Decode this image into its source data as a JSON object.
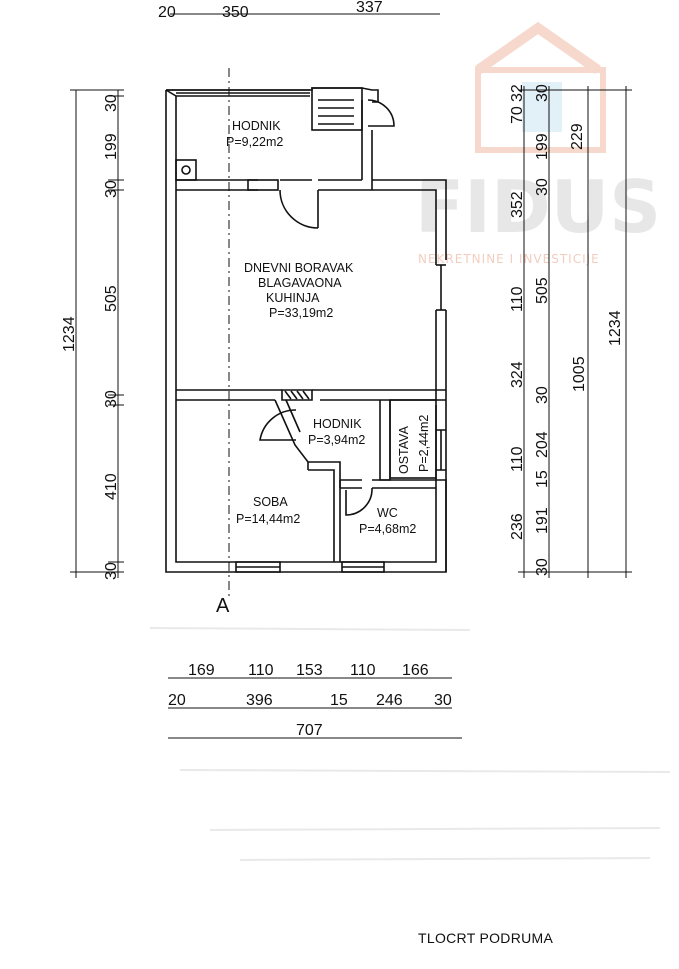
{
  "top_dims": [
    "20",
    "350",
    "337"
  ],
  "bottom_dims_row1": [
    "169",
    "110",
    "153",
    "110",
    "166"
  ],
  "bottom_dims_row2": [
    "20",
    "396",
    "15",
    "246",
    "30"
  ],
  "bottom_total": "707",
  "left_dims": [
    "30",
    "199",
    "30",
    "505",
    "30",
    "410",
    "30"
  ],
  "left_total": "1234",
  "right_col1": [
    "70",
    "32",
    "352",
    "110",
    "324",
    "110",
    "15",
    "236"
  ],
  "right_col2": [
    "30",
    "199",
    "30",
    "505",
    "30",
    "204",
    "191",
    "30"
  ],
  "right_col3": [
    "229",
    "1005"
  ],
  "right_total": "1234",
  "rooms": [
    {
      "name": "HODNIK",
      "area": "P=9,22m2"
    },
    {
      "name_lines": [
        "DNEVNI BORAVAK",
        "BLAGAVAONA",
        "KUHINJA"
      ],
      "area": "P=33,19m2"
    },
    {
      "name": "HODNIK",
      "area": "P=3,94m2"
    },
    {
      "name": "OSTAVA",
      "area": "P=2,44m2"
    },
    {
      "name": "SOBA",
      "area": "P=14,44m2"
    },
    {
      "name": "WC",
      "area": "P=4,68m2"
    }
  ],
  "section_marker": "A",
  "watermark": {
    "brand": "FIDUS",
    "tagline": "NEKRETNINE I INVESTICIJE",
    "color": "#e9a58c"
  },
  "plan_title": "TLOCRT PODRUMA"
}
